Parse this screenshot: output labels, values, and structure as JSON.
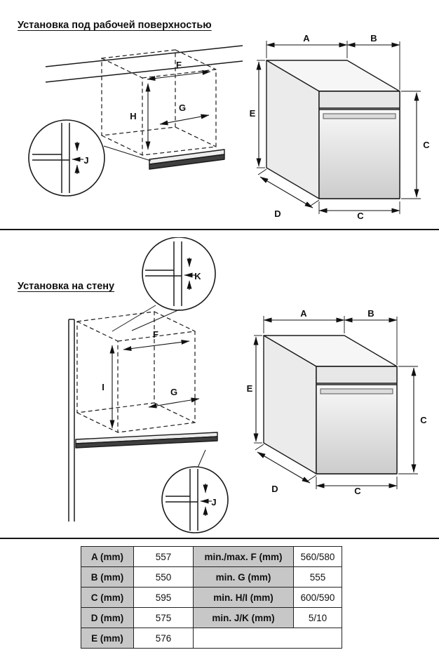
{
  "sections": {
    "under_worktop": {
      "title": "Установка под рабочей поверхностью"
    },
    "wall_mount": {
      "title": "Установка на стену"
    }
  },
  "dims": {
    "A": "A",
    "B": "B",
    "C": "C",
    "D": "D",
    "E": "E",
    "F": "F",
    "G": "G",
    "H": "H",
    "I": "I",
    "J": "J",
    "K": "K"
  },
  "table": {
    "rows": [
      {
        "l1": "A (mm)",
        "v1": "557",
        "l2": "min./max. F (mm)",
        "v2": "560/580"
      },
      {
        "l1": "B (mm)",
        "v1": "550",
        "l2": "min. G (mm)",
        "v2": "555"
      },
      {
        "l1": "C (mm)",
        "v1": "595",
        "l2": "min. H/I (mm)",
        "v2": "600/590"
      },
      {
        "l1": "D (mm)",
        "v1": "575",
        "l2": "min. J/K (mm)",
        "v2": "5/10"
      },
      {
        "l1": "E (mm)",
        "v1": "576",
        "l2": "",
        "v2": ""
      }
    ]
  },
  "colors": {
    "line": "#1a1a1a",
    "table_label_bg": "#c7c7c7"
  }
}
